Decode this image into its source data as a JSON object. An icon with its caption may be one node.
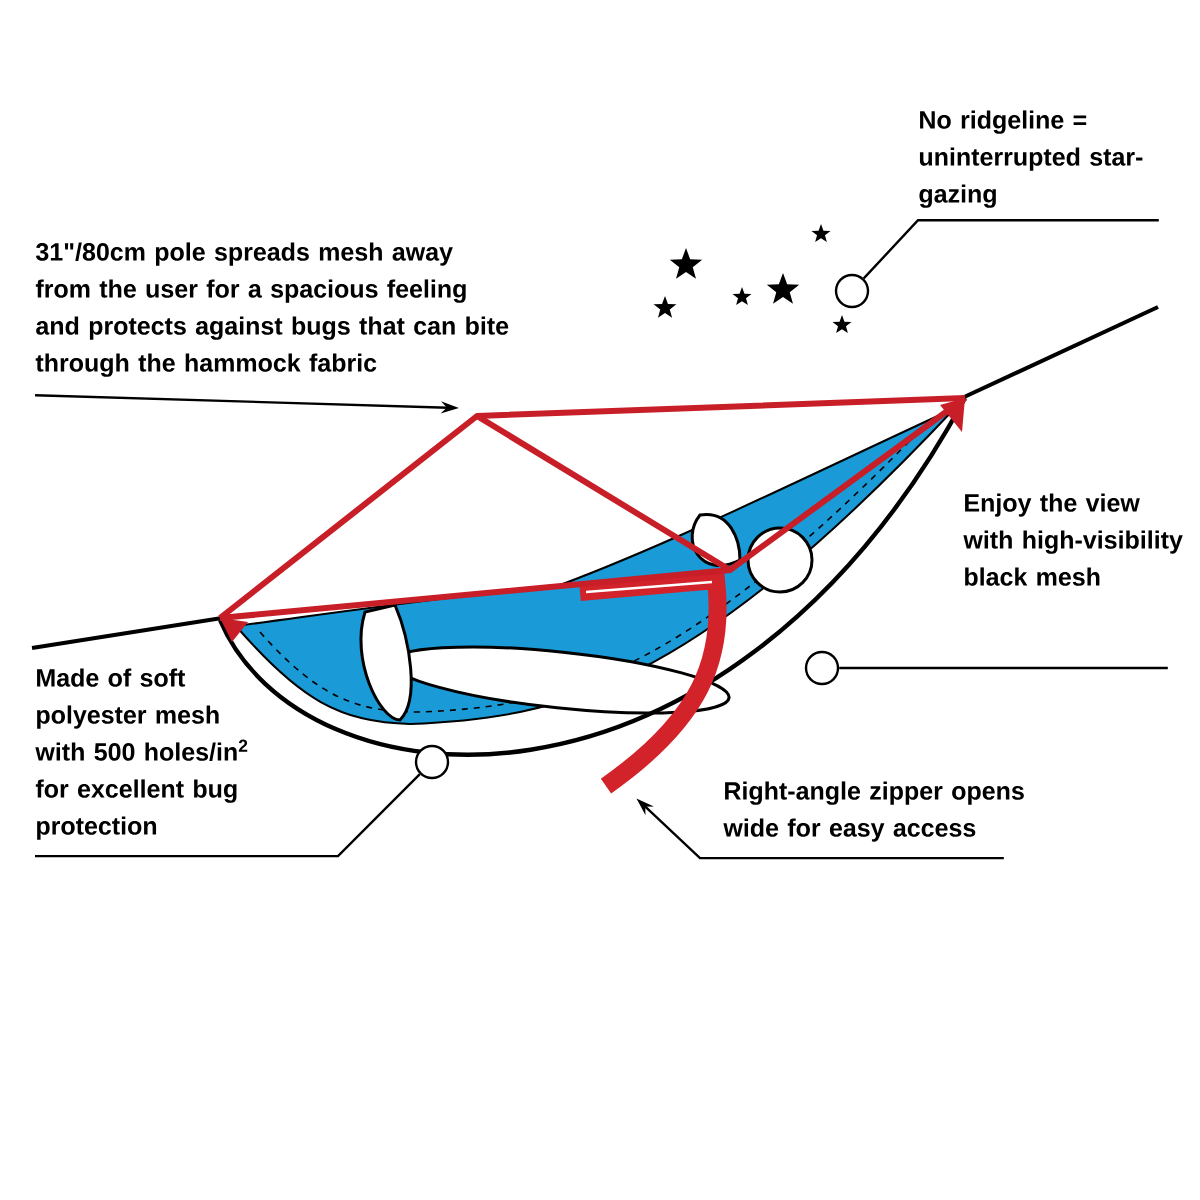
{
  "diagram": {
    "nodes": [
      {
        "text": [
          "No ridgeline = uninterrupted star-gazing"
        ]
      },
      {
        "text": [],
        "shape": "circle"
      },
      {
        "text": [
          "31\"/80cm pole spreads mesh away from the user for a spacious feeling and protects against bugs that can bite through the hammock fabric"
        ]
      },
      {
        "text": [
          "Enjoy the view with high-visibility black mesh"
        ]
      },
      {
        "text": [],
        "shape": "circle"
      },
      {
        "text": [
          "Made of soft polyester mesh with 500 holes/in$^{2}$ for excellent bug protection"
        ]
      },
      {
        "text": [],
        "shape": "circle"
      },
      {
        "text": [
          "Right-angle zipper opens wide for easy access"
        ]
      },
      {
        "text": [],
        "shape": "picture"
      },
      {
        "text": [],
        "shape": "picture"
      }
    ],
    "edges": [
      {
        "from": 0,
        "to": 1,
        "arrow": "none"
      },
      {
        "from": 2,
        "to": 9,
        "arrow": "to"
      },
      {
        "from": 3,
        "to": 4,
        "arrow": "none"
      },
      {
        "from": 5,
        "to": 6,
        "arrow": "none"
      },
      {
        "from": 7,
        "to": 8,
        "arrow": "to"
      }
    ]
  }
}
